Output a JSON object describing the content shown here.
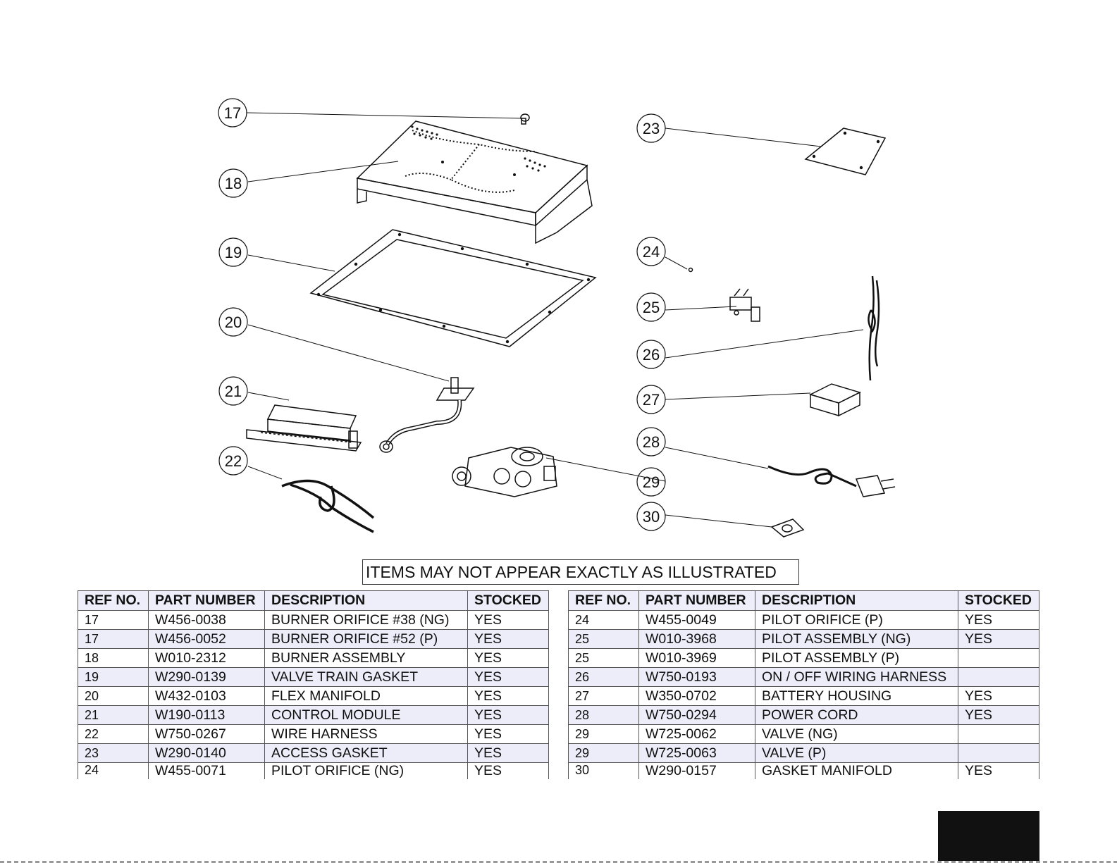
{
  "callouts": [
    "17",
    "18",
    "19",
    "20",
    "21",
    "22",
    "23",
    "24",
    "25",
    "26",
    "27",
    "28",
    "29",
    "30"
  ],
  "notice": "ITEMS MAY NOT APPEAR EXACTLY AS ILLUSTRATED",
  "columns": [
    "REF NO.",
    "PART NUMBER",
    "DESCRIPTION",
    "STOCKED"
  ],
  "left_table": [
    {
      "ref": "17",
      "part": "W456-0038",
      "desc": "BURNER ORIFICE #38 (NG)",
      "stocked": "YES"
    },
    {
      "ref": "17",
      "part": "W456-0052",
      "desc": "BURNER ORIFICE #52 (P)",
      "stocked": "YES"
    },
    {
      "ref": "18",
      "part": "W010-2312",
      "desc": "BURNER ASSEMBLY",
      "stocked": "YES"
    },
    {
      "ref": "19",
      "part": "W290-0139",
      "desc": "VALVE TRAIN GASKET",
      "stocked": "YES"
    },
    {
      "ref": "20",
      "part": "W432-0103",
      "desc": "FLEX MANIFOLD",
      "stocked": "YES"
    },
    {
      "ref": "21",
      "part": "W190-0113",
      "desc": "CONTROL MODULE",
      "stocked": "YES"
    },
    {
      "ref": "22",
      "part": "W750-0267",
      "desc": "WIRE HARNESS",
      "stocked": "YES"
    },
    {
      "ref": "23",
      "part": "W290-0140",
      "desc": "ACCESS GASKET",
      "stocked": "YES"
    },
    {
      "ref": "24",
      "part": "W455-0071",
      "desc": "PILOT ORIFICE (NG)",
      "stocked": "YES"
    }
  ],
  "right_table": [
    {
      "ref": "24",
      "part": "W455-0049",
      "desc": "PILOT ORIFICE (P)",
      "stocked": "YES"
    },
    {
      "ref": "25",
      "part": "W010-3968",
      "desc": "PILOT ASSEMBLY (NG)",
      "stocked": "YES"
    },
    {
      "ref": "25",
      "part": "W010-3969",
      "desc": "PILOT ASSEMBLY (P)",
      "stocked": ""
    },
    {
      "ref": "26",
      "part": "W750-0193",
      "desc": "ON / OFF WIRING HARNESS",
      "stocked": ""
    },
    {
      "ref": "27",
      "part": "W350-0702",
      "desc": "BATTERY HOUSING",
      "stocked": "YES"
    },
    {
      "ref": "28",
      "part": "W750-0294",
      "desc": "POWER CORD",
      "stocked": "YES"
    },
    {
      "ref": "29",
      "part": "W725-0062",
      "desc": "VALVE (NG)",
      "stocked": ""
    },
    {
      "ref": "29",
      "part": "W725-0063",
      "desc": "VALVE (P)",
      "stocked": ""
    },
    {
      "ref": "30",
      "part": "W290-0157",
      "desc": "GASKET MANIFOLD",
      "stocked": "YES"
    }
  ]
}
